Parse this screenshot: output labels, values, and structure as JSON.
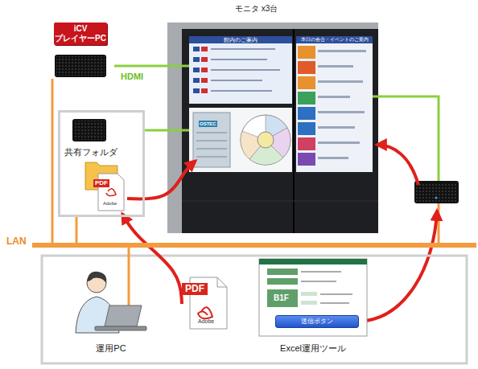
{
  "diagram": {
    "nodes": [
      {
        "text": [
          "iCV プレイヤーPC"
        ]
      },
      {
        "text": [
          "モニタ x3台"
        ]
      },
      {
        "text": [
          "館内のご案内"
        ],
        "in": 1
      },
      {
        "text": [
          "OSTEC"
        ],
        "in": 1
      },
      {
        "text": [
          "本日の会合・イベントのご案内"
        ],
        "in": 1
      },
      {
        "text": [
          "共有フォルダ"
        ]
      },
      {
        "text": [
          "LAN"
        ]
      },
      {
        "text": [
          "運用PC"
        ]
      },
      {
        "text": [
          "Excel運用ツール"
        ]
      },
      {
        "text": [
          "送信ボタン"
        ],
        "in": 8
      }
    ],
    "edges": [
      {
        "from": 0,
        "to": 2,
        "arrow": "none",
        "label": "HDMI"
      },
      {
        "from": 5,
        "to": 3,
        "arrow": "none"
      },
      {
        "from": 5,
        "to": 3,
        "arrow": "to"
      },
      {
        "from": 7,
        "to": 5,
        "arrow": "to"
      },
      {
        "from": 0,
        "to": 6,
        "arrow": "none"
      },
      {
        "from": 5,
        "to": 6,
        "arrow": "none"
      },
      {
        "from": 7,
        "to": 6,
        "arrow": "none"
      }
    ],
    "labels": [
      "PDF",
      "Adobe",
      "PDF",
      "Adobe",
      "B1F"
    ]
  }
}
